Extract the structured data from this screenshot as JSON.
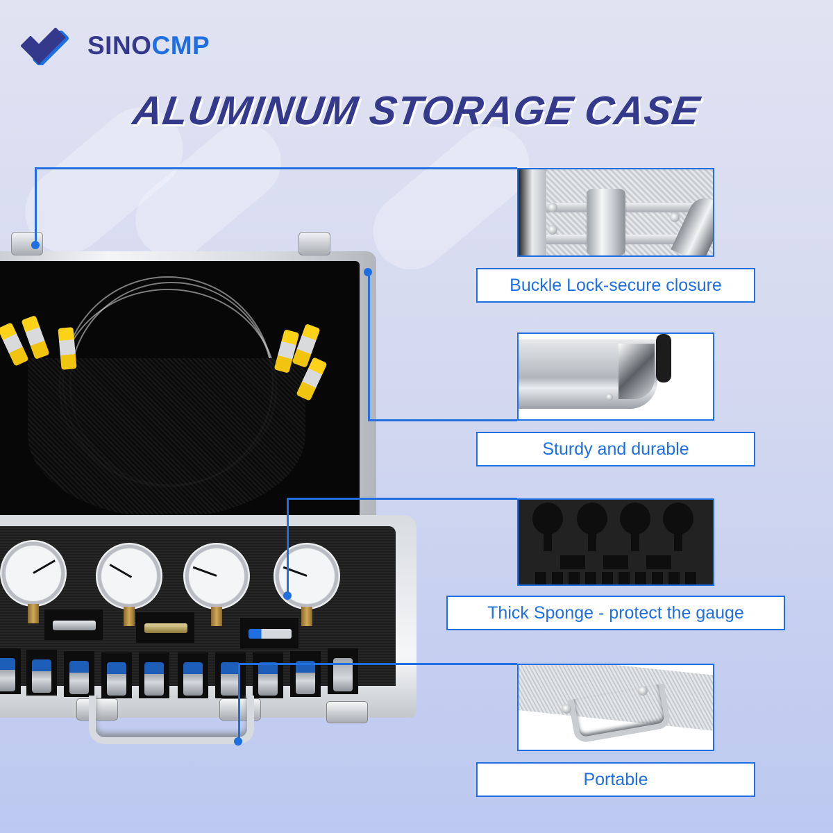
{
  "brand": {
    "logo_part1": "SINO",
    "logo_part2": "CMP",
    "colors": {
      "primary": "#34398c",
      "accent": "#1f6fe0"
    }
  },
  "title": "ALUMINUM STORAGE CASE",
  "features": [
    {
      "label": "Buckle Lock-secure closure",
      "icon": "latch-detail-photo"
    },
    {
      "label": "Sturdy and durable",
      "icon": "case-corner-detail-photo"
    },
    {
      "label": "Thick Sponge - protect the gauge",
      "icon": "foam-insert-detail-photo"
    },
    {
      "label": "Portable",
      "icon": "handle-detail-photo"
    }
  ],
  "product_image": {
    "description": "Open aluminum case with hydraulic test hoses, 4 pressure gauges, adapters and couplings",
    "gauges_count": 4,
    "couplings_count": 10,
    "adapters_count": 3
  }
}
